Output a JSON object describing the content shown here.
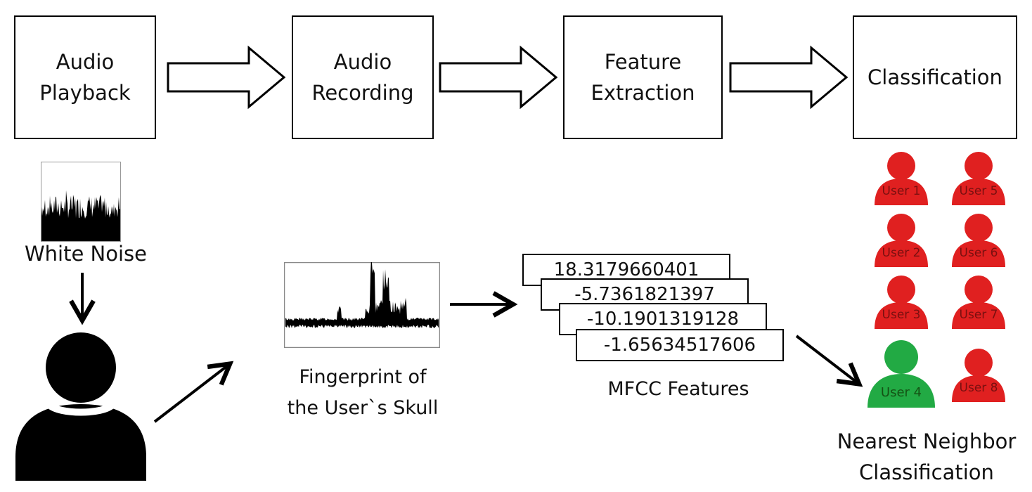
{
  "stages": [
    {
      "label": "Audio\nPlayback"
    },
    {
      "label": "Audio\nRecording"
    },
    {
      "label": "Feature\nExtraction"
    },
    {
      "label": "Classification"
    }
  ],
  "white_noise_label": "White Noise",
  "fingerprint_label": "Fingerprint of\nthe User`s Skull",
  "mfcc": {
    "values": [
      "18.3179660401",
      "-5.7361821397",
      "-10.1901319128",
      "-1.65634517606"
    ],
    "label": "MFCC Features"
  },
  "users": [
    {
      "label": "User 1",
      "color": "#e02020"
    },
    {
      "label": "User 5",
      "color": "#e02020"
    },
    {
      "label": "User 2",
      "color": "#e02020"
    },
    {
      "label": "User 6",
      "color": "#e02020"
    },
    {
      "label": "User 3",
      "color": "#e02020"
    },
    {
      "label": "User 7",
      "color": "#e02020"
    },
    {
      "label": "User 4",
      "color": "#22aa44"
    },
    {
      "label": "User 8",
      "color": "#e02020"
    }
  ],
  "classification_label": "Nearest Neighbor\nClassification"
}
